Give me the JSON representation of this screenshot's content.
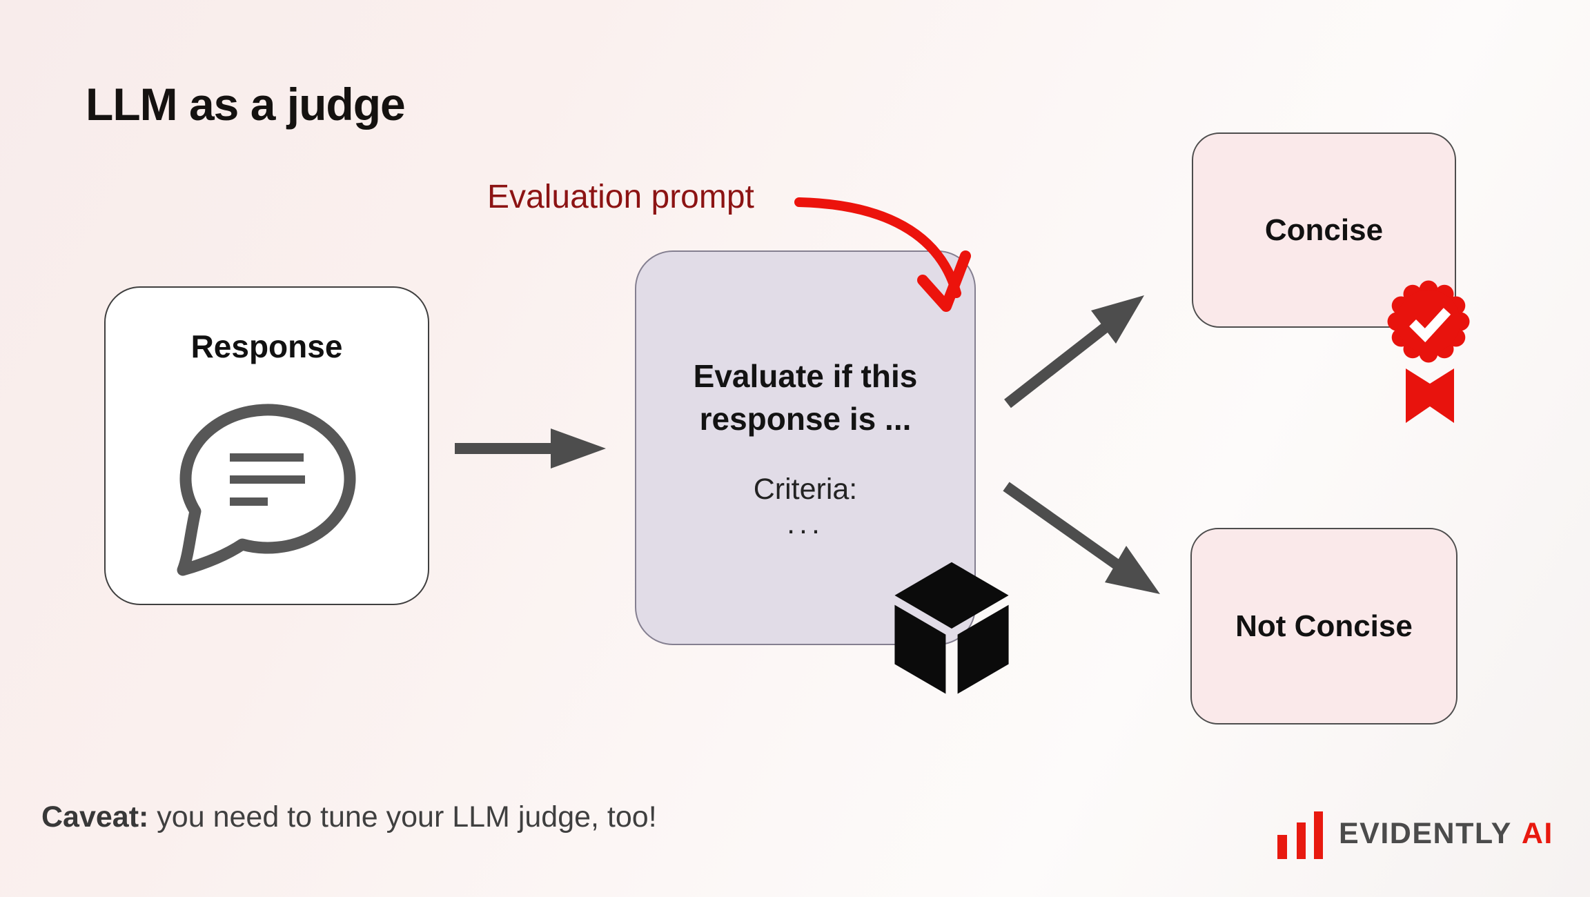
{
  "slide": {
    "title": "LLM as a judge"
  },
  "flow": {
    "prompt_label": "Evaluation prompt",
    "response_node": {
      "label": "Response"
    },
    "judge_node": {
      "heading_line1": "Evaluate if this",
      "heading_line2": "response is ...",
      "criteria_label": "Criteria:",
      "criteria_ellipsis": "..."
    },
    "outcome_positive": {
      "label": "Concise"
    },
    "outcome_negative": {
      "label": "Not Concise"
    }
  },
  "caveat": {
    "lead": "Caveat:",
    "rest": " you need to tune your LLM judge, too!"
  },
  "footer_logo": {
    "brand": "EVIDENTLY",
    "brand_suffix": "AI"
  },
  "colors": {
    "accent_red": "#ec130c",
    "badge_red": "#e8130d",
    "logo_red": "#e8190f",
    "label_dark_red": "#8c1313",
    "judge_box_fill": "#e1dce7",
    "outcome_box_fill": "#fae9ea",
    "arrow_gray": "#4d4d4d",
    "icon_gray": "#575757",
    "background_tint": "#f8eceb"
  }
}
